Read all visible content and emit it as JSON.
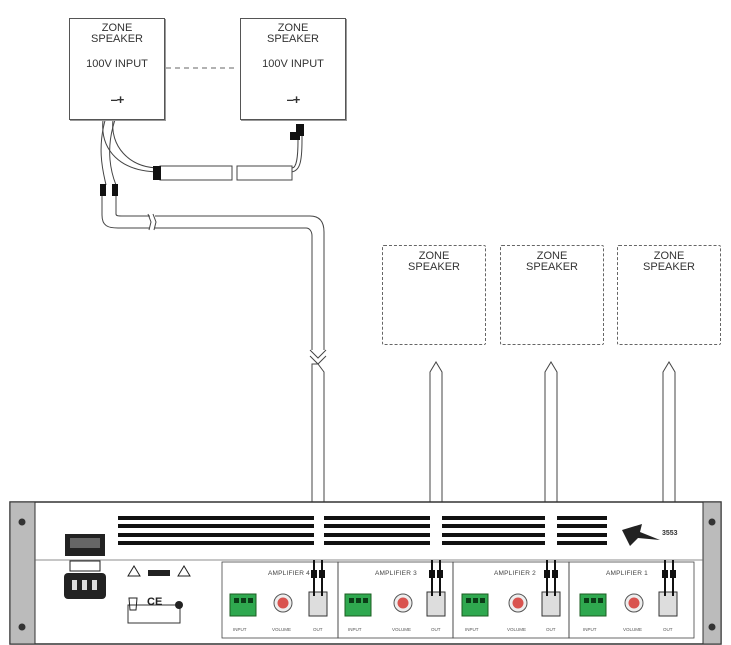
{
  "speakers_wired": [
    {
      "line1": "ZONE",
      "line2": "SPEAKER",
      "input": "100V INPUT",
      "polarity": "–+"
    },
    {
      "line1": "ZONE",
      "line2": "SPEAKER",
      "input": "100V INPUT",
      "polarity": "–+"
    }
  ],
  "speakers_optional": [
    {
      "line1": "ZONE",
      "line2": "SPEAKER"
    },
    {
      "line1": "ZONE",
      "line2": "SPEAKER"
    },
    {
      "line1": "ZONE",
      "line2": "SPEAKER"
    }
  ],
  "amplifier_panel": {
    "brand": "3553",
    "channels": [
      {
        "label": "AMPLIFIER 4",
        "input": "INPUT",
        "volume": "VOLUME",
        "out": "OUT"
      },
      {
        "label": "AMPLIFIER 3",
        "input": "INPUT",
        "volume": "VOLUME",
        "out": "OUT"
      },
      {
        "label": "AMPLIFIER 2",
        "input": "INPUT",
        "volume": "VOLUME",
        "out": "OUT"
      },
      {
        "label": "AMPLIFIER 1",
        "input": "INPUT",
        "volume": "VOLUME",
        "out": "OUT"
      }
    ],
    "ce_mark": "CE"
  }
}
